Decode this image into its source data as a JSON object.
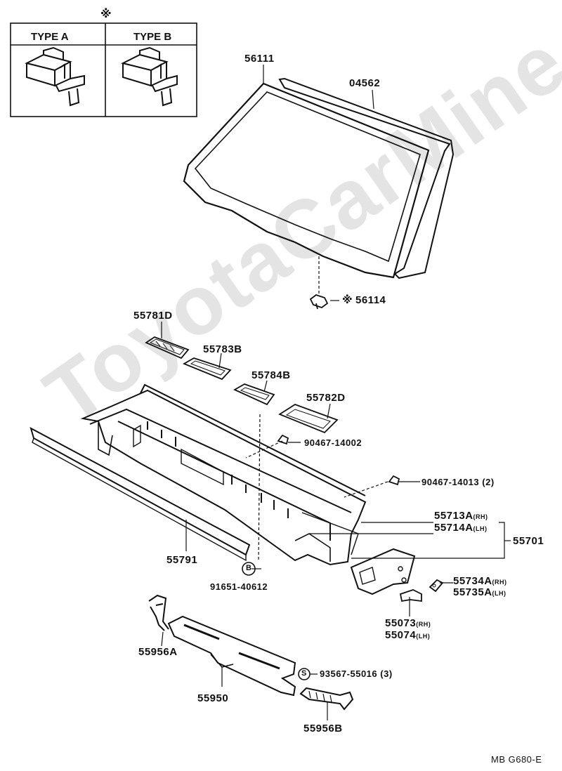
{
  "watermark": "ToyotaCarMine.ru",
  "legend_mark": "※",
  "type_a": "TYPE A",
  "type_b": "TYPE B",
  "parts": {
    "windshield": "56111",
    "weatherstrip": "04562",
    "clip_mark": "※",
    "clip": "56114",
    "seal_1": "55781D",
    "seal_2": "55783B",
    "seal_3": "55784B",
    "seal_4": "55782D",
    "clip_a": "90467-14002",
    "clip_b": "90467-14013",
    "clip_b_qty": "(2)",
    "panel_rh": "55713A",
    "panel_rh_side": "(RH)",
    "panel_lh": "55714A",
    "panel_lh_side": "(LH)",
    "panel_assy": "55701",
    "strip": "55791",
    "bolt_mark": "B",
    "bolt": "91651-40612",
    "brace_rh": "55734A",
    "brace_rh_side": "(RH)",
    "brace_lh": "55735A",
    "brace_lh_side": "(LH)",
    "bracket_rh": "55073",
    "bracket_rh_side": "(RH)",
    "bracket_lh": "55074",
    "bracket_lh_side": "(LH)",
    "hose_a": "55956A",
    "nozzle_mark": "S",
    "screw": "93567-55016",
    "screw_qty": "(3)",
    "duct": "55950",
    "hose_b": "55956B"
  },
  "figure_code": "MB G680-E"
}
